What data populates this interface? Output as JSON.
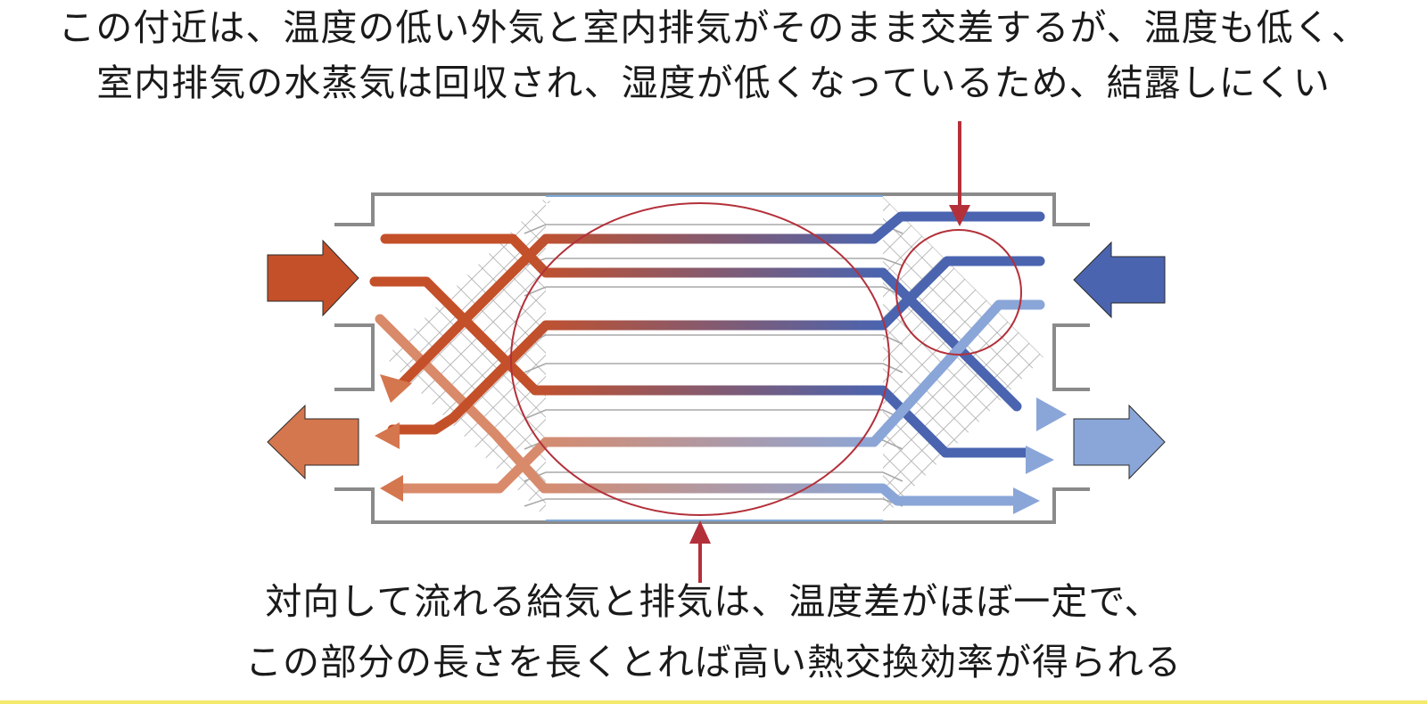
{
  "top_caption": {
    "line1": "この付近は、温度の低い外気と室内排気がそのまま交差するが、温度も低く、",
    "line2": "室内排気の水蒸気は回収され、湿度が低くなっているため、結露しにくい"
  },
  "bottom_caption": {
    "line1": "対向して流れる給気と排気は、温度差がほぼ一定で、",
    "line2": "この部分の長さを長くとれば高い熱交換効率が得られる"
  },
  "colors": {
    "warm_dark": "#c4502a",
    "warm_light": "#d4764e",
    "cool_dark": "#4a64b0",
    "cool_light": "#8aa6d8",
    "annotation": "#b3303a",
    "housing": "#8a8a8a",
    "mesh": "#a8a8a8"
  },
  "icons": [
    "warm-supply-inlet-arrow",
    "warm-exhaust-outlet-arrow",
    "cool-outdoor-inlet-arrow",
    "cool-supply-outlet-arrow"
  ]
}
